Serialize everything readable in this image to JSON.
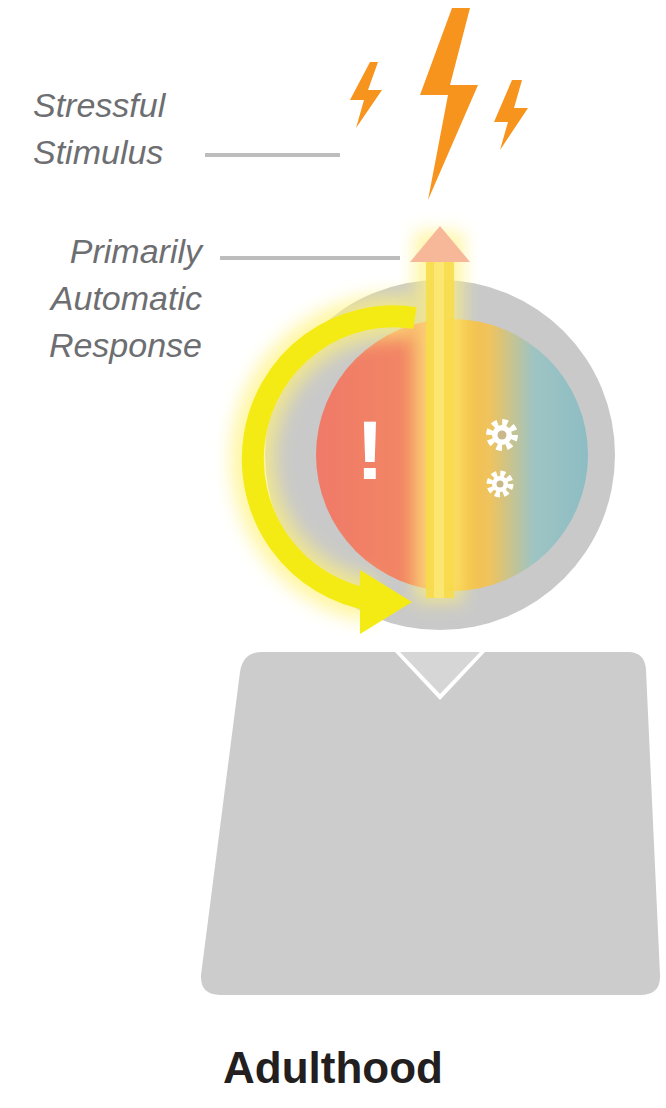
{
  "diagram": {
    "caption": "Adulthood",
    "labels": [
      "Stressful Stimulus",
      "Primarily Automatic Response",
      "!"
    ]
  }
}
